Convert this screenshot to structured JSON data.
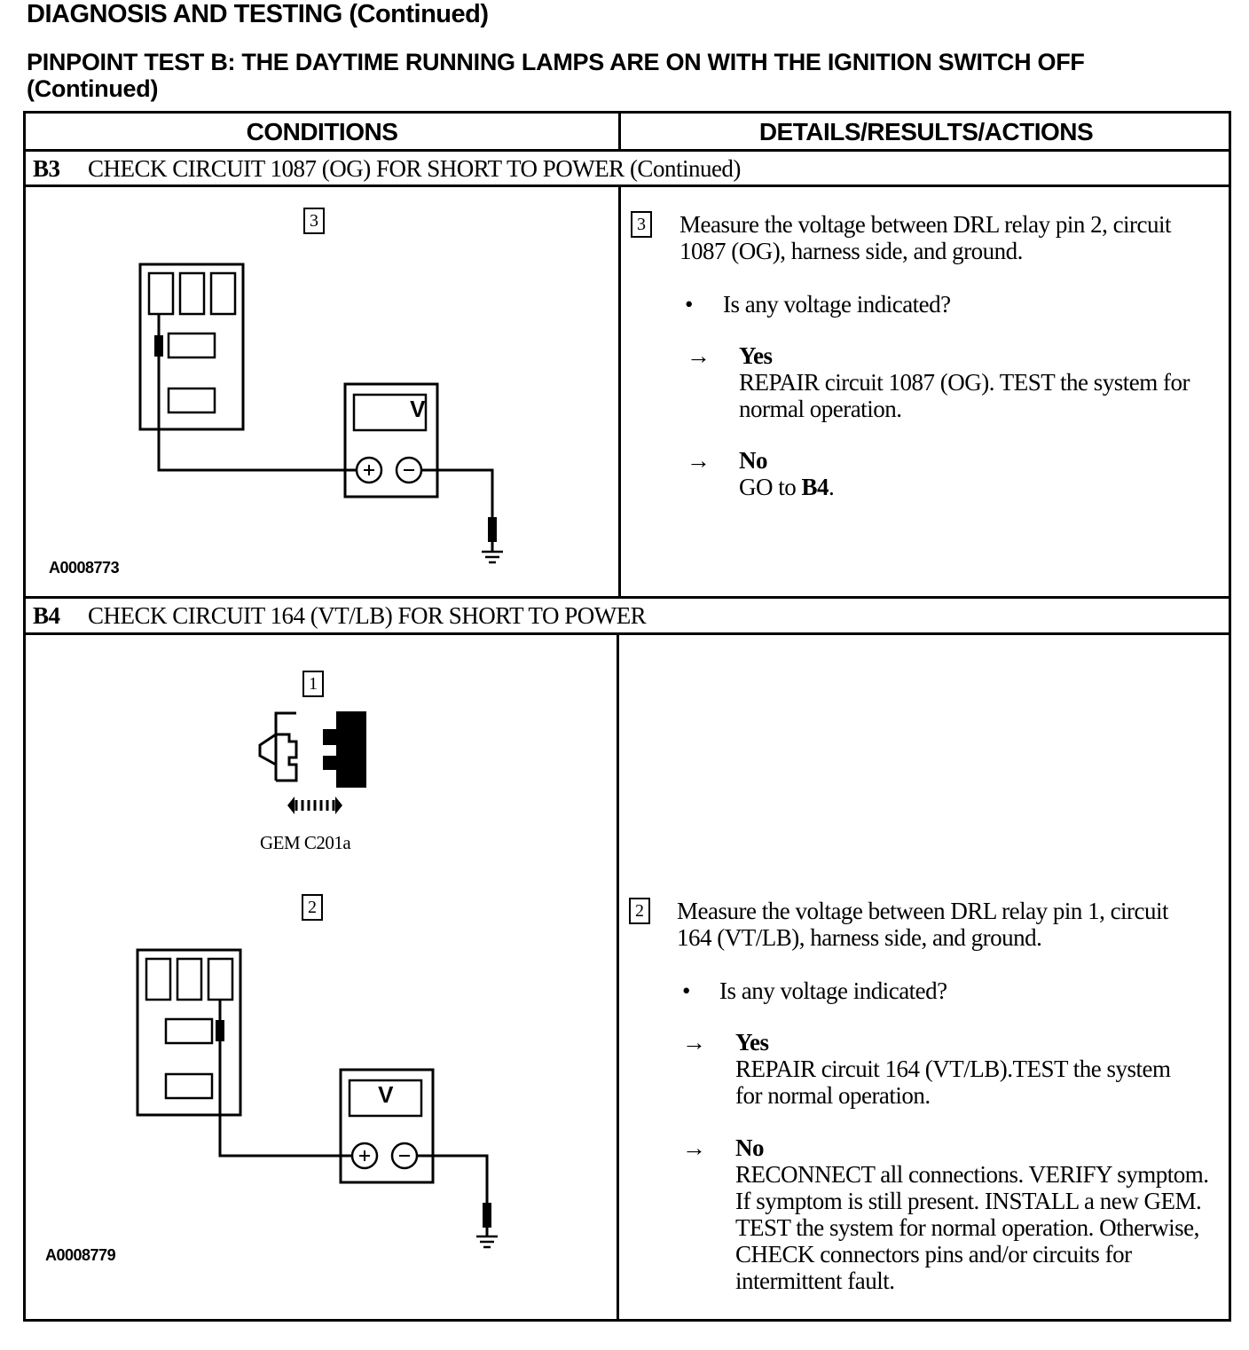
{
  "header": {
    "title": "DIAGNOSIS AND TESTING (Continued)",
    "subtitle": "PINPOINT TEST B: THE DAYTIME RUNNING LAMPS ARE ON WITH THE IGNITION SWITCH OFF (Continued)"
  },
  "table": {
    "col_conditions": "CONDITIONS",
    "col_details": "DETAILS/RESULTS/ACTIONS"
  },
  "step_b3": {
    "id": "B3",
    "title": "CHECK CIRCUIT 1087 (OG) FOR SHORT TO POWER (Continued)",
    "figure_step": "3",
    "figure_id": "A0008773",
    "meter_label": "V",
    "action_num": "3",
    "instruction": "Measure the voltage between DRL relay pin 2, circuit 1087 (OG), harness side, and ground.",
    "question": "Is any voltage indicated?",
    "yes_label": "Yes",
    "yes_text": "REPAIR circuit 1087 (OG). TEST the system for normal operation.",
    "no_label": "No",
    "no_text": "GO to",
    "no_goto": "B4"
  },
  "step_b4": {
    "id": "B4",
    "title": "CHECK CIRCUIT 164 (VT/LB) FOR SHORT TO POWER",
    "figure1_step": "1",
    "connector_caption": "GEM C201a",
    "figure2_step": "2",
    "figure_id": "A0008779",
    "meter_label": "V",
    "action_num": "2",
    "instruction": "Measure the voltage between DRL relay pin 1, circuit 164 (VT/LB), harness side, and ground.",
    "question": "Is any voltage indicated?",
    "yes_label": "Yes",
    "yes_text": "REPAIR circuit 164 (VT/LB).TEST the system for normal operation.",
    "no_label": "No",
    "no_text": "RECONNECT all connections. VERIFY symptom. If symptom is still present. INSTALL a new GEM. TEST the system for normal operation. Otherwise, CHECK connectors pins and/or circuits for intermittent fault."
  }
}
